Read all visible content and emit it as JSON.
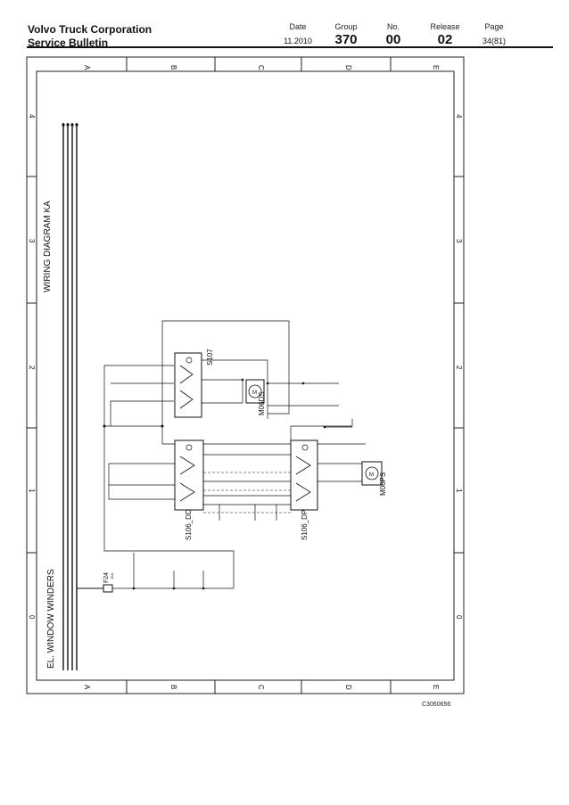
{
  "header": {
    "company": "Volvo Truck Corporation",
    "doc_type": "Service Bulletin",
    "date_label": "Date",
    "date_value": "11.2010",
    "group_label": "Group",
    "group_value": "370",
    "no_label": "No.",
    "no_value": "00",
    "release_label": "Release",
    "release_value": "02",
    "page_label": "Page",
    "page_value": "34(81)"
  },
  "diagram": {
    "col_labels": [
      "A",
      "B",
      "C",
      "D",
      "E"
    ],
    "row_labels": [
      "4",
      "3",
      "2",
      "1",
      "0"
    ],
    "title": "WIRING DIAGRAM KA",
    "subtitle": "EL. WINDOW WINDERS",
    "fuse": "F24",
    "fuse_rating": "15A",
    "components": {
      "s107": "S107",
      "m06ds": "M06DS",
      "s106dd": "S106_DD",
      "s106dp": "S106_DP",
      "m06ps": "M06PS"
    },
    "image_code": "C3060656"
  }
}
